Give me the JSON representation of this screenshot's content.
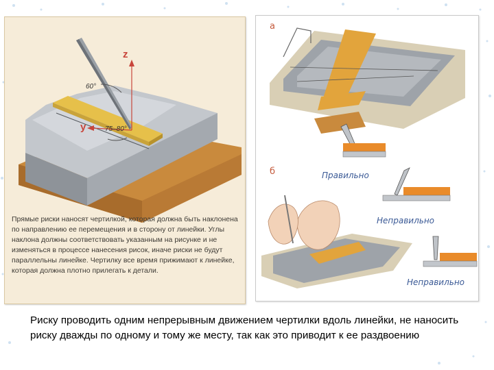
{
  "left_panel": {
    "axis_z": "z",
    "axis_y": "y",
    "angle_top": "60°",
    "angle_bottom": "75–80°",
    "caption": "Прямые риски наносят чертилкой, которая должна быть наклонена по направлению ее перемещения и в сторону от линейки. Углы наклона должны соответствовать указанным на рисунке и не изменяться в процессе нанесения рисок, иначе риски не будут параллельны линейке. Чертилку все время прижимают к линейке, которая должна плотно прилегать к детали."
  },
  "right_panel": {
    "marker_a": "а",
    "marker_b": "б",
    "label_correct": "Правильно",
    "label_wrong_1": "Неправильно",
    "label_wrong_2": "Неправильно"
  },
  "main_text": "Риску проводить одним непрерывным движением чертилки вдоль линейки, не наносить риску дважды по одному и тому же месту, так как это приводит к ее раздвоению",
  "colors": {
    "panel_bg": "#f6ecd9",
    "ruler": "#e6c04a",
    "base_wood": "#c98a3d",
    "metal": "#a9adb3",
    "label_blue": "#3b5a96",
    "marker_red": "#c45a3b"
  }
}
